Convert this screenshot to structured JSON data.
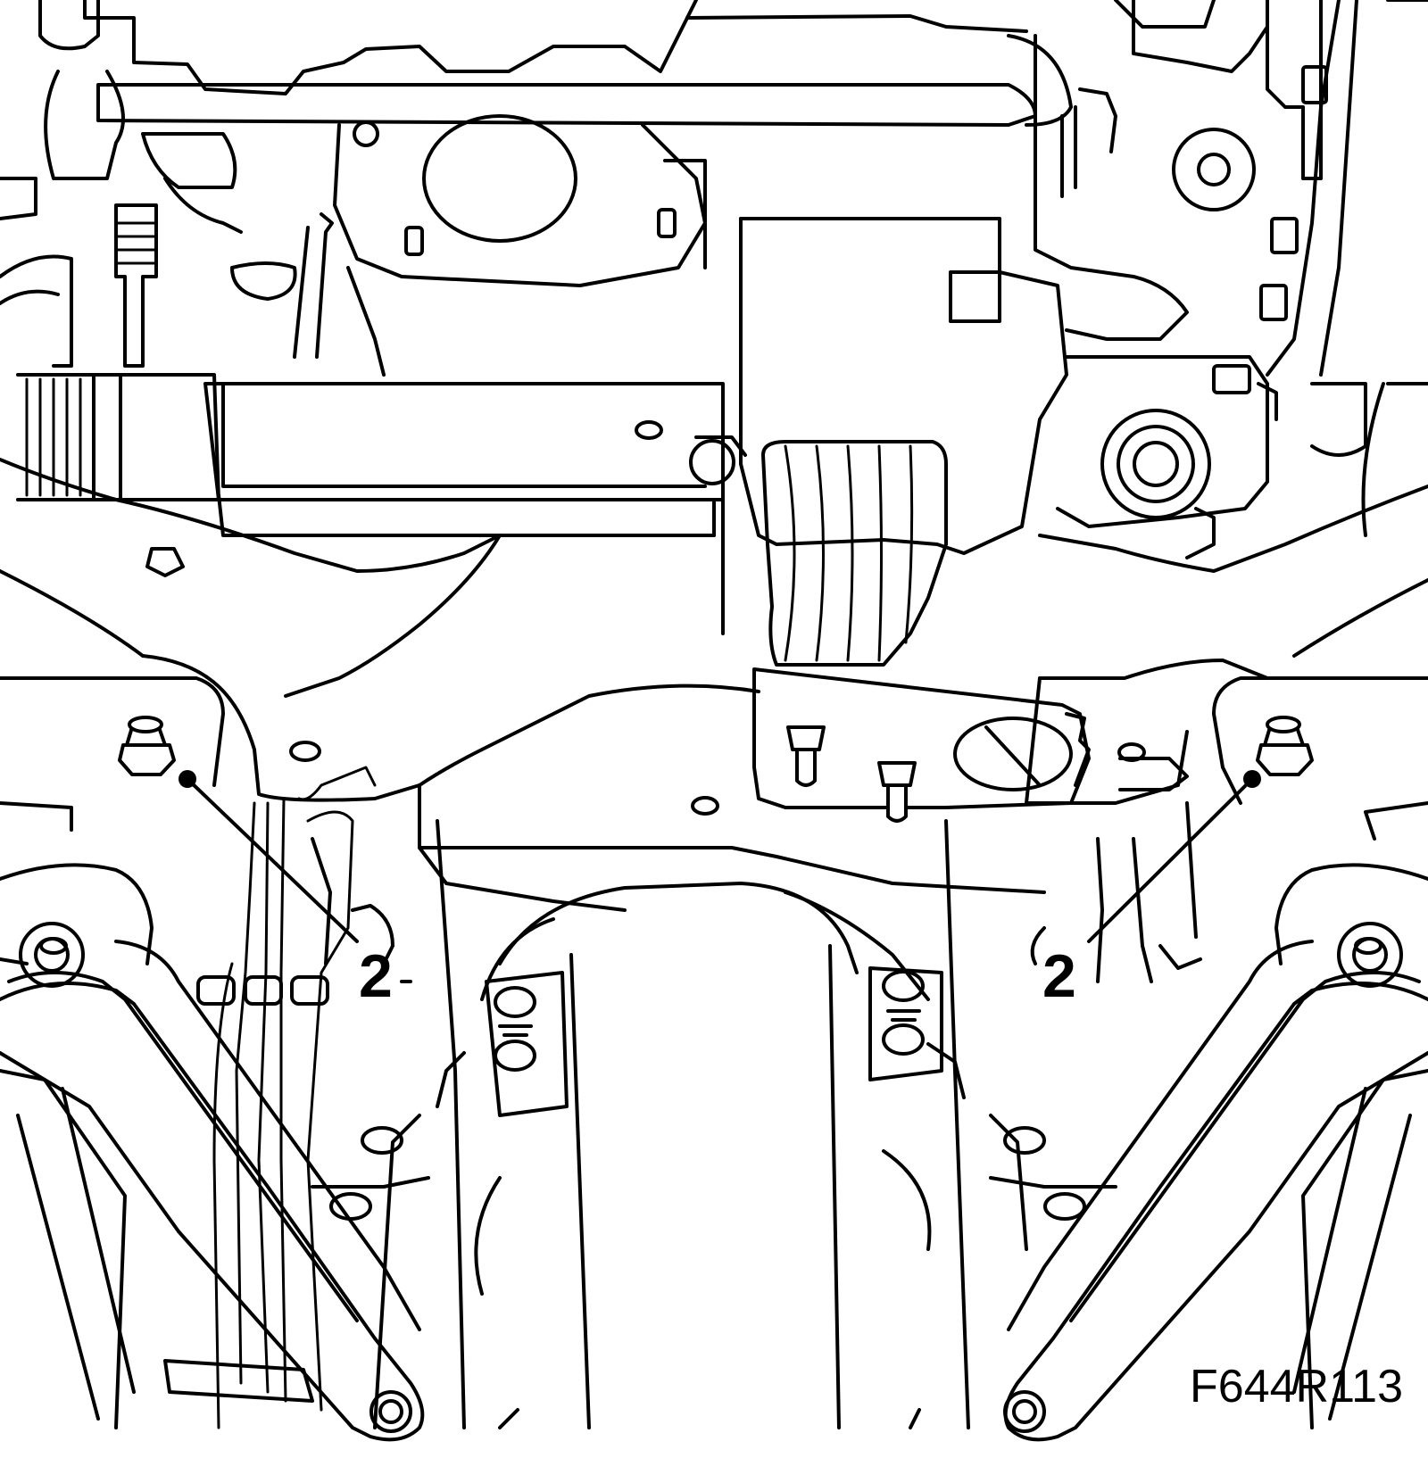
{
  "callouts": [
    {
      "id": "left",
      "label": "2"
    },
    {
      "id": "right",
      "label": "2"
    }
  ],
  "figure_ref": "F644R113"
}
